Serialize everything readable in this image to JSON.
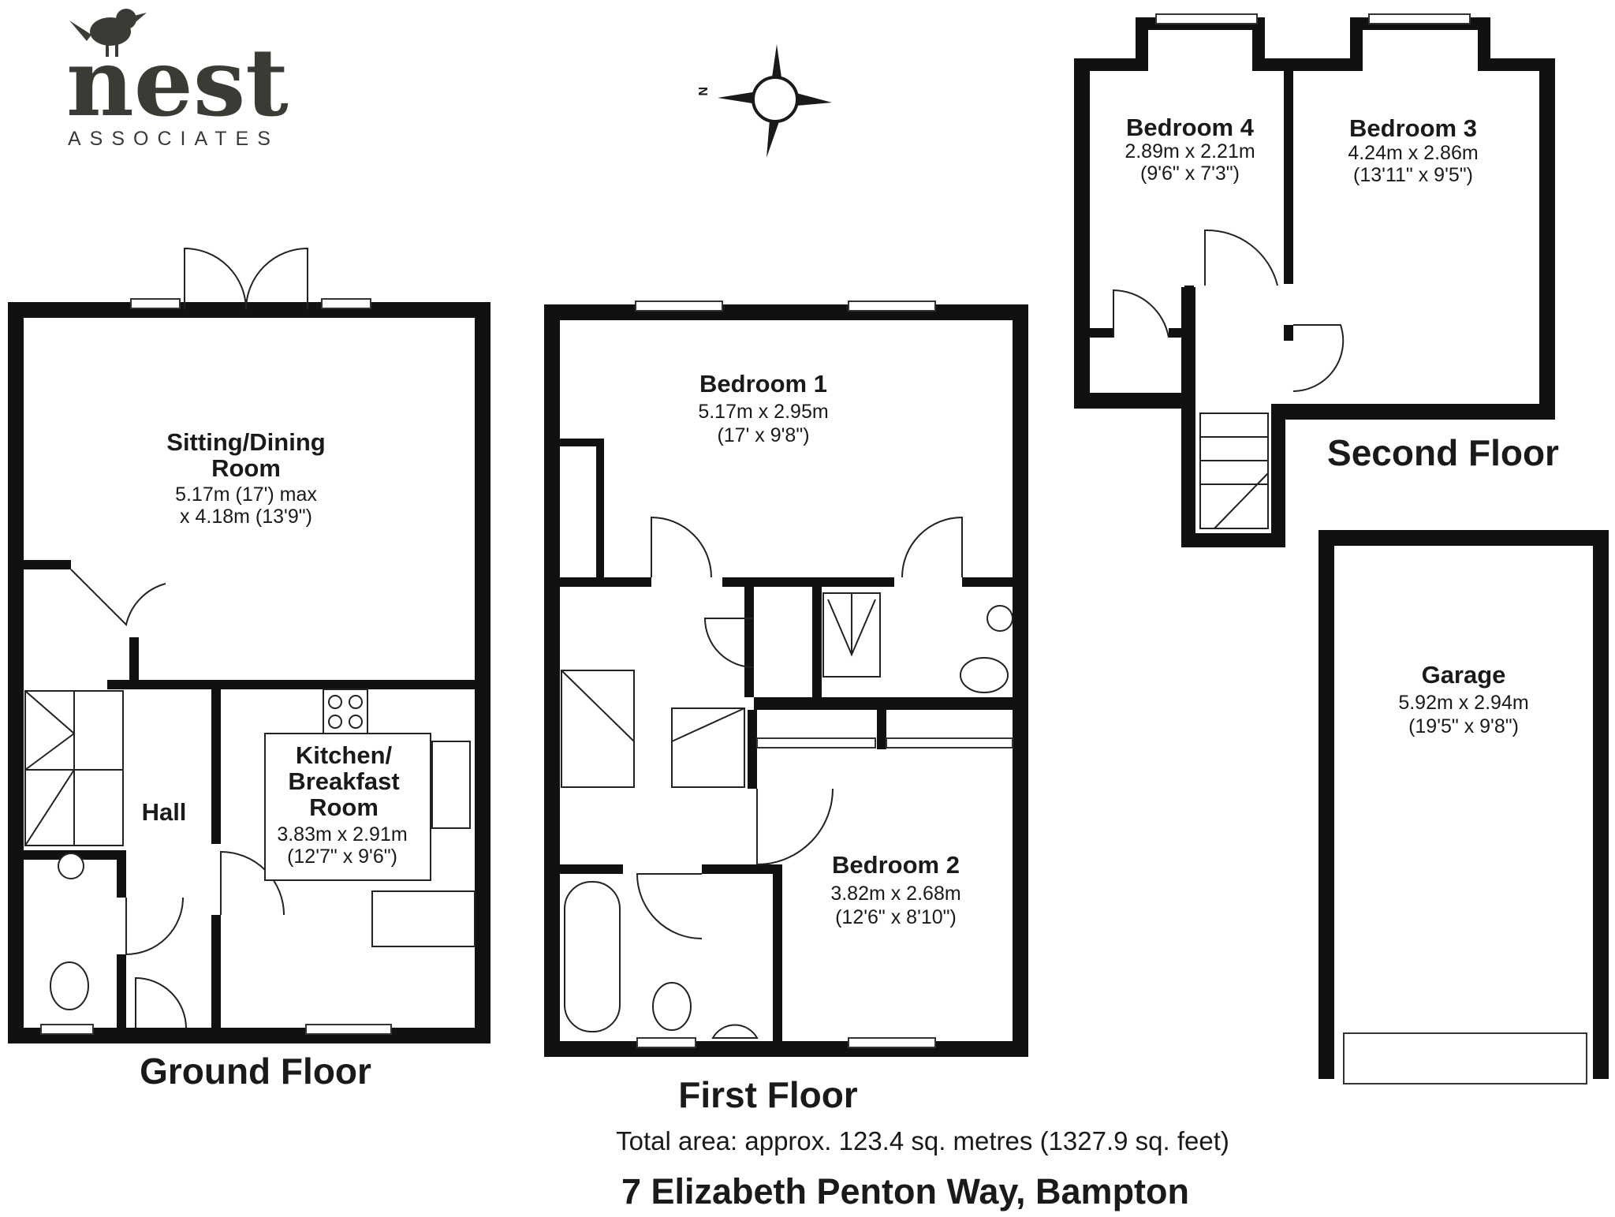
{
  "logo": {
    "wordmark": "nest",
    "tagline": "ASSOCIATES",
    "bird_icon": "bird-icon",
    "color": "#3b3a35"
  },
  "compass": {
    "north_label": "N"
  },
  "rooms": {
    "sitting_dining": {
      "name_line1": "Sitting/Dining",
      "name_line2": "Room",
      "dim_line1": "5.17m (17') max",
      "dim_line2": "x 4.18m (13'9\")"
    },
    "hall": {
      "name": "Hall"
    },
    "kitchen": {
      "name_line1": "Kitchen/",
      "name_line2": "Breakfast",
      "name_line3": "Room",
      "dim_metric": "3.83m x 2.91m",
      "dim_imperial": "(12'7\" x 9'6\")"
    },
    "bedroom1": {
      "name": "Bedroom 1",
      "dim_metric": "5.17m x 2.95m",
      "dim_imperial": "(17' x 9'8\")"
    },
    "bedroom2": {
      "name": "Bedroom 2",
      "dim_metric": "3.82m x 2.68m",
      "dim_imperial": "(12'6\" x 8'10\")"
    },
    "bedroom3": {
      "name": "Bedroom 3",
      "dim_metric": "4.24m x 2.86m",
      "dim_imperial": "(13'11\" x 9'5\")"
    },
    "bedroom4": {
      "name": "Bedroom 4",
      "dim_metric": "2.89m x 2.21m",
      "dim_imperial": "(9'6\" x 7'3\")"
    },
    "garage": {
      "name": "Garage",
      "dim_metric": "5.92m x 2.94m",
      "dim_imperial": "(19'5\" x 9'8\")"
    }
  },
  "floors": {
    "ground": "Ground Floor",
    "first": "First Floor",
    "second": "Second Floor"
  },
  "footer": {
    "total_area": "Total area: approx. 123.4 sq. metres (1327.9 sq. feet)",
    "address": "7 Elizabeth Penton Way, Bampton"
  },
  "colors": {
    "wall": "#111111",
    "background": "#ffffff",
    "logo": "#3b3a35"
  }
}
